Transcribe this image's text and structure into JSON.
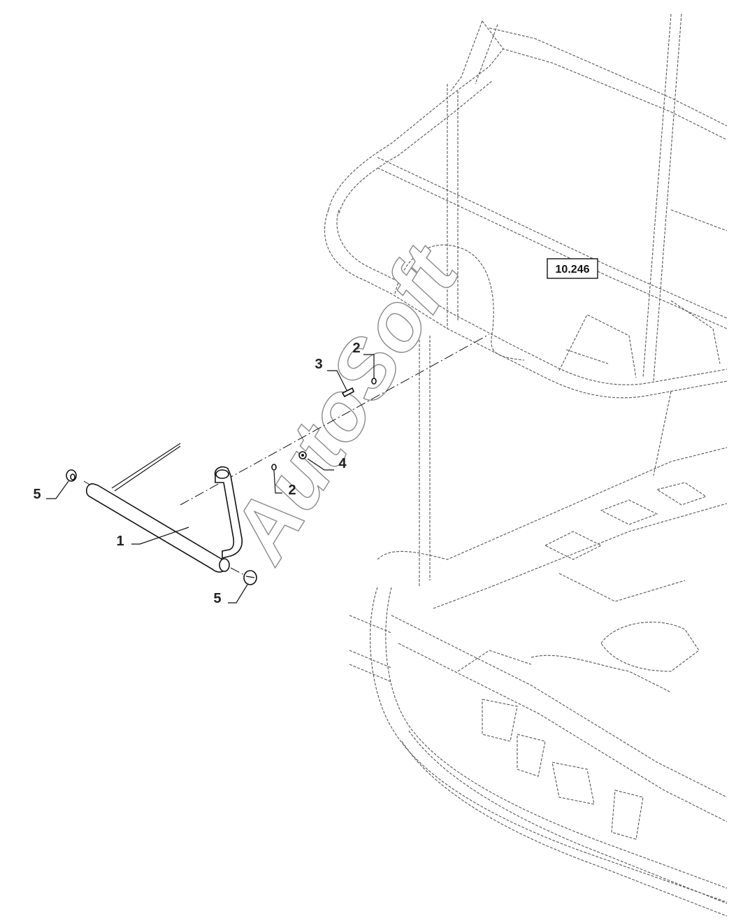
{
  "diagram": {
    "reference_box": "10.246",
    "watermark": "AutoSoft",
    "callouts": [
      {
        "id": "c1",
        "label": "1"
      },
      {
        "id": "c2a",
        "label": "2"
      },
      {
        "id": "c2b",
        "label": "2"
      },
      {
        "id": "c3",
        "label": "3"
      },
      {
        "id": "c4",
        "label": "4"
      },
      {
        "id": "c5a",
        "label": "5"
      },
      {
        "id": "c5b",
        "label": "5"
      }
    ]
  }
}
